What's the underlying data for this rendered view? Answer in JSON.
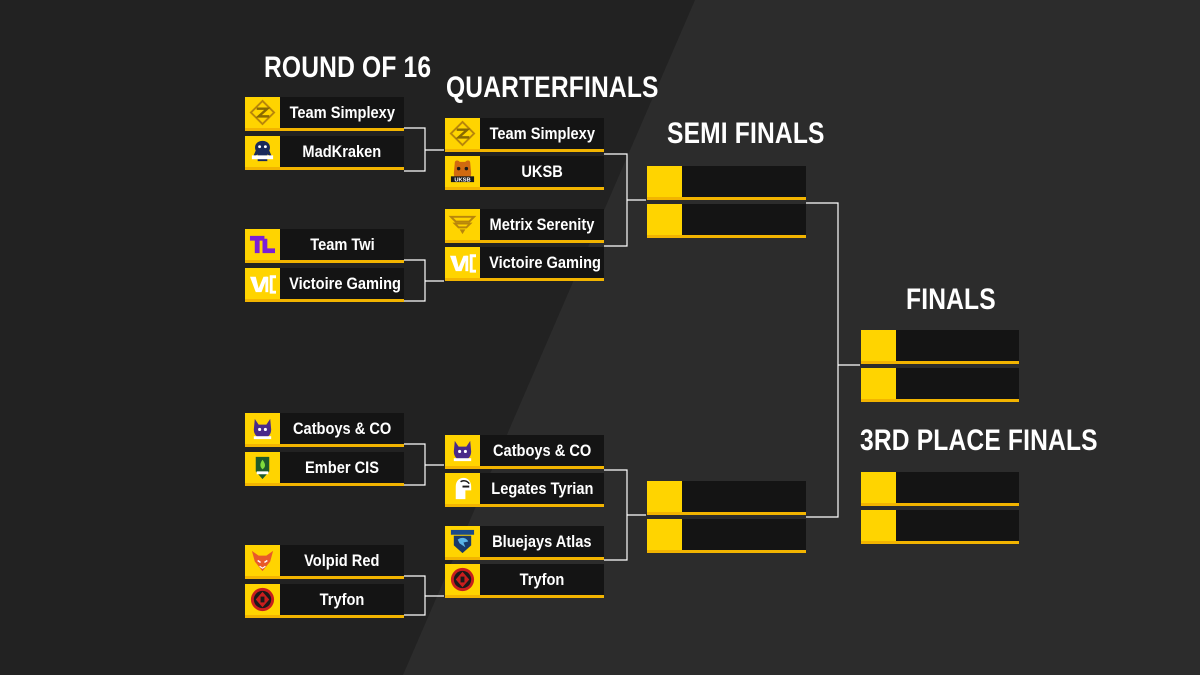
{
  "headings": {
    "round_of_16": "ROUND OF 16",
    "quarterfinals": "QUARTERFINALS",
    "semi_finals": "SEMI FINALS",
    "finals": "FINALS",
    "third_place_finals": "3RD PLACE FINALS"
  },
  "round_of_16": [
    {
      "name": "Team Simplexy",
      "logo": "simplexy-logo"
    },
    {
      "name": "MadKraken",
      "logo": "madkraken-logo"
    },
    {
      "name": "Team Twi",
      "logo": "teamtwi-logo"
    },
    {
      "name": "Victoire Gaming",
      "logo": "victoire-logo"
    },
    {
      "name": "Catboys & CO",
      "logo": "catboys-logo"
    },
    {
      "name": "Ember CIS",
      "logo": "ember-logo"
    },
    {
      "name": "Volpid Red",
      "logo": "volpid-logo"
    },
    {
      "name": "Tryfon",
      "logo": "tryfon-logo"
    }
  ],
  "quarterfinals": [
    {
      "name": "Team Simplexy",
      "logo": "simplexy-logo"
    },
    {
      "name": "UKSB",
      "logo": "uksb-logo"
    },
    {
      "name": "Metrix Serenity",
      "logo": "metrix-logo"
    },
    {
      "name": "Victoire Gaming",
      "logo": "victoire-logo"
    },
    {
      "name": "Catboys & CO",
      "logo": "catboys-logo"
    },
    {
      "name": "Legates Tyrian",
      "logo": "legates-logo"
    },
    {
      "name": "Bluejays Atlas",
      "logo": "bluejays-logo"
    },
    {
      "name": "Tryfon",
      "logo": "tryfon-logo"
    }
  ],
  "semi_finals": [
    {
      "name": ""
    },
    {
      "name": ""
    },
    {
      "name": ""
    },
    {
      "name": ""
    }
  ],
  "finals": [
    {
      "name": ""
    },
    {
      "name": ""
    }
  ],
  "third_place_finals": [
    {
      "name": ""
    },
    {
      "name": ""
    }
  ],
  "colors": {
    "accent": "#ffd400",
    "underline": "#f2b400",
    "slot_bg": "#141414",
    "background": "#2c2c2c",
    "connector": "#ffffff"
  }
}
